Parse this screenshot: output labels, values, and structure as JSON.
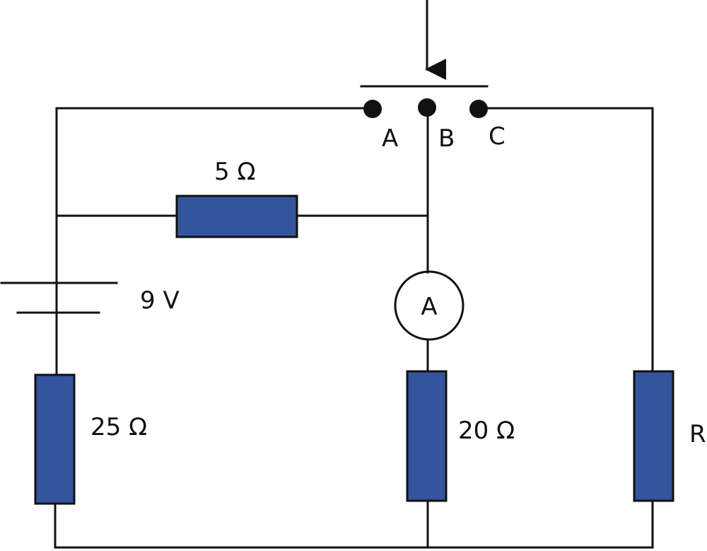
{
  "colors": {
    "wire": "#111111",
    "resistor_fill": "#34549E",
    "background": "#ffffff"
  },
  "labels": {
    "resistor_top": "5 Ω",
    "battery": "9 V",
    "resistor_left": "25 Ω",
    "resistor_middle": "20 Ω",
    "resistor_right": "R",
    "ammeter": "A",
    "contact_a": "A",
    "contact_b": "B",
    "contact_c": "C"
  },
  "icons": {
    "switch_arrow": "down-arrow-icon",
    "contact": "filled-dot"
  }
}
